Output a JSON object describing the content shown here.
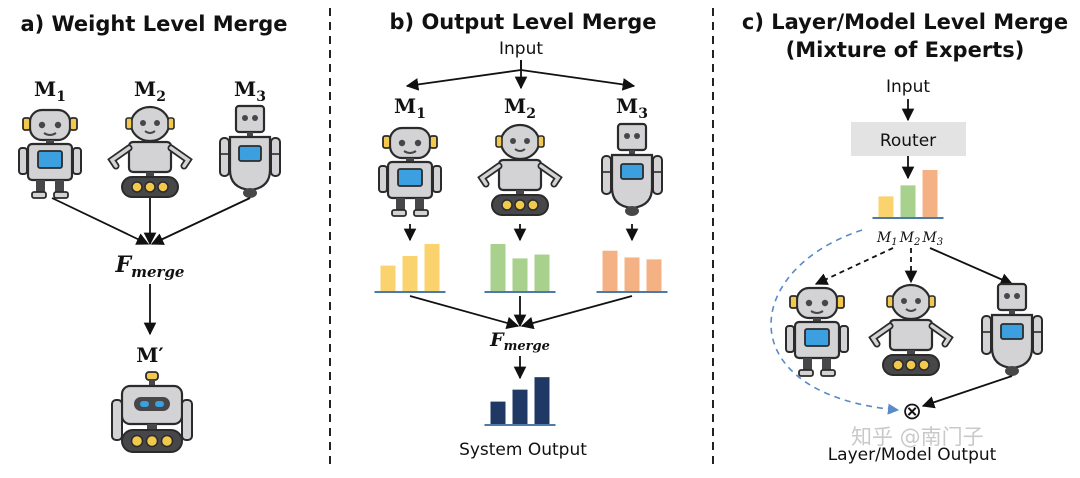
{
  "panels": {
    "a": {
      "title": "a) Weight Level Merge",
      "models": [
        {
          "base": "M",
          "sub": "1"
        },
        {
          "base": "M",
          "sub": "2"
        },
        {
          "base": "M",
          "sub": "3"
        }
      ],
      "merge_base": "F",
      "merge_sub": "merge",
      "output_model": "M′"
    },
    "b": {
      "title": "b) Output Level Merge",
      "input_label": "Input",
      "models": [
        {
          "base": "M",
          "sub": "1"
        },
        {
          "base": "M",
          "sub": "2"
        },
        {
          "base": "M",
          "sub": "3"
        }
      ],
      "merge_base": "F",
      "merge_sub": "merge",
      "output_label": "System Output",
      "output_values": [
        0.45,
        0.68,
        0.92
      ],
      "model_output_values": [
        [
          0.55,
          0.75,
          1.0
        ],
        [
          1.0,
          0.7,
          0.78
        ],
        [
          0.86,
          0.72,
          0.68
        ]
      ]
    },
    "c": {
      "title_line1": "c) Layer/Model Level Merge",
      "title_line2": "(Mixture of Experts)",
      "input_label": "Input",
      "router_label": "Router",
      "router_values": [
        0.45,
        0.68,
        1.0
      ],
      "expert_labels": [
        {
          "base": "M",
          "sub": "1"
        },
        {
          "base": "M",
          "sub": "2"
        },
        {
          "base": "M",
          "sub": "3"
        }
      ],
      "combine_symbol": "⊗",
      "output_label": "Layer/Model Output"
    }
  },
  "watermark": "知乎 @南门子",
  "colors": {
    "yellow": "#fad36e",
    "green": "#a8d18d",
    "orange": "#f4b183",
    "navy": "#203864",
    "baseline": "#4d7aa8",
    "router_bg": "#e3e3e3",
    "dashed_blue": "#5b8ac9",
    "robot_body": "#d3d3d6",
    "robot_dark": "#474749",
    "robot_screen": "#3b9fe0",
    "robot_accent": "#f2c94c",
    "robot_outline": "#2b2b2b"
  }
}
